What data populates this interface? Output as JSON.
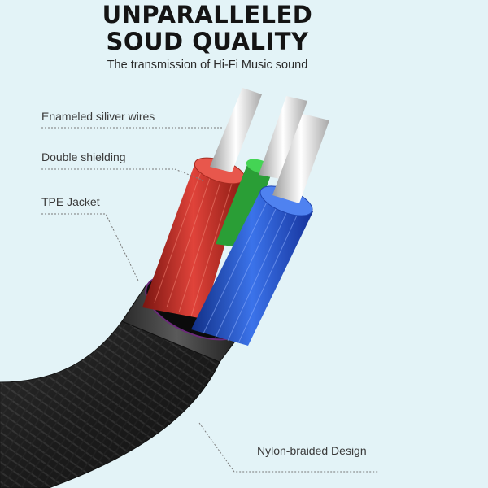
{
  "headline": {
    "line1": "UNPARALLELED",
    "line2": "SOUD QUALITY",
    "subtitle": "The transmission of Hi-Fi Music sound"
  },
  "callouts": {
    "wires": "Enameled siliver wires",
    "shielding": "Double shielding",
    "jacket": "TPE Jacket",
    "braid": "Nylon-braided Design"
  },
  "colors": {
    "background": "#e3f3f7",
    "red_conductor": "#d8342a",
    "blue_conductor": "#2a5fd6",
    "green_conductor": "#2fbf3a",
    "silver_core": "#e6e6e6",
    "jacket": "#1a1a1a"
  }
}
